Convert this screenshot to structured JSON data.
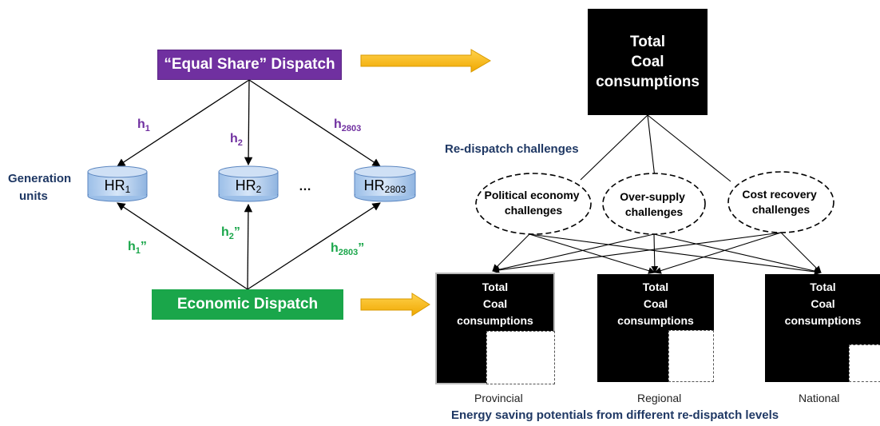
{
  "top_dispatch": {
    "label": "“Equal Share” Dispatch"
  },
  "bottom_dispatch": {
    "label": "Economic Dispatch"
  },
  "generation_units_label": [
    "Generation",
    "units"
  ],
  "units": [
    {
      "base": "HR",
      "sub": "1",
      "up_label": "h",
      "up_sub": "1",
      "up_prime": "",
      "down_label": "h",
      "down_sub": "1",
      "down_prime": "”"
    },
    {
      "base": "HR",
      "sub": "2",
      "up_label": "h",
      "up_sub": "2",
      "up_prime": "",
      "down_label": "h",
      "down_sub": "2",
      "down_prime": "”"
    },
    {
      "base": "HR",
      "sub": "2803",
      "up_label": "h",
      "up_sub": "2803",
      "up_prime": "",
      "down_label": "h",
      "down_sub": "2803",
      "down_prime": "”"
    }
  ],
  "ellipsis": "…",
  "total_box": {
    "lines": [
      "Total",
      "Coal",
      "consumptions"
    ]
  },
  "redispatch_heading": "Re-dispatch challenges",
  "challenges": [
    {
      "lines": [
        "Political economy",
        "challenges"
      ]
    },
    {
      "lines": [
        "Over-supply",
        "challenges"
      ]
    },
    {
      "lines": [
        "Cost recovery",
        "challenges"
      ]
    }
  ],
  "levels": [
    {
      "lines": [
        "Total",
        "Coal",
        "consumptions"
      ],
      "caption": "Provincial"
    },
    {
      "lines": [
        "Total",
        "Coal",
        "consumptions"
      ],
      "caption": "Regional"
    },
    {
      "lines": [
        "Total",
        "Coal",
        "consumptions"
      ],
      "caption": "National"
    }
  ],
  "footer_heading": "Energy saving potentials from different re-dispatch levels",
  "colors": {
    "purple": "#7030a0",
    "green": "#1aa64a",
    "arrow_orange": "#f5b400",
    "heading_blue": "#1f3864",
    "cylinder": "#a9c8ec"
  }
}
